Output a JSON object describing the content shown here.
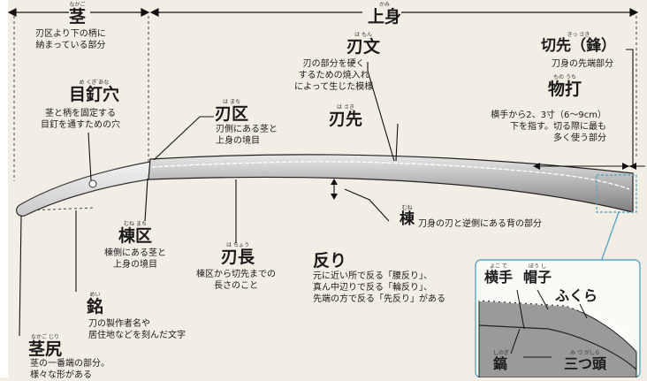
{
  "labels": {
    "nakago": {
      "ruby": "なかご",
      "title": "茎",
      "desc": [
        "刃区より下の柄に",
        "納まっている部分"
      ]
    },
    "kami": {
      "ruby": "かみ",
      "title": "上身"
    },
    "mekugiana": {
      "ruby": "め くぎ あな",
      "title": "目釘穴",
      "desc": [
        "茎と柄を固定する",
        "目釘を通すための穴"
      ]
    },
    "hamachi": {
      "ruby": "は まち",
      "title": "刃区",
      "desc": [
        "刃側にある茎と",
        "上身の境目"
      ]
    },
    "hamon": {
      "ruby": "は もん",
      "title": "刃文",
      "desc": [
        "刃の部分を硬く",
        "するための焼入れ",
        "によって生じた模様"
      ]
    },
    "hasaki": {
      "ruby": "は さき",
      "title": "刃先"
    },
    "kissaki": {
      "ruby": "きっ さき",
      "title": "切先（鋒）",
      "desc": [
        "刀身の先端部分"
      ]
    },
    "monouchi": {
      "ruby": "もの うち",
      "title": "物打",
      "desc": [
        "横手から2、3寸（6～9cm）",
        "下を指す。切る際に最も",
        "多く使う部分"
      ]
    },
    "mune": {
      "ruby": "むね",
      "title": "棟",
      "desc": [
        "刀身の刃と逆側にある背の部分"
      ]
    },
    "munemachi": {
      "ruby": "むね まち",
      "title": "棟区",
      "desc": [
        "棟側にある茎と",
        "上身の境目"
      ]
    },
    "hacho": {
      "ruby": "は ちょう",
      "title": "刃長",
      "desc": [
        "棟区から切先までの",
        "長さのこと"
      ]
    },
    "sori": {
      "title": "反り",
      "desc": [
        "元に近い所で反る「腰反り」、",
        "真ん中辺りで反る「輪反り」、",
        "先端の方で反る「先反り」がある"
      ]
    },
    "mei": {
      "ruby": "めい",
      "title": "銘",
      "desc": [
        "刀の製作者名や",
        "居住地などを刻んだ文字"
      ]
    },
    "nakagojiri": {
      "ruby": "なかご じり",
      "title": "茎尻",
      "desc": [
        "茎の一番端の部分。",
        "様々な形がある"
      ]
    }
  },
  "inset": {
    "yokote": {
      "ruby": "よこ て",
      "title": "横手"
    },
    "boshi": {
      "ruby": "ぼう し",
      "title": "帽子"
    },
    "fukura": {
      "title": "ふくら"
    },
    "shinogi": {
      "ruby": "しのぎ",
      "title": "鎬"
    },
    "mitsugashira": {
      "ruby": "み つ がしら",
      "title": "三つ頭"
    }
  }
}
